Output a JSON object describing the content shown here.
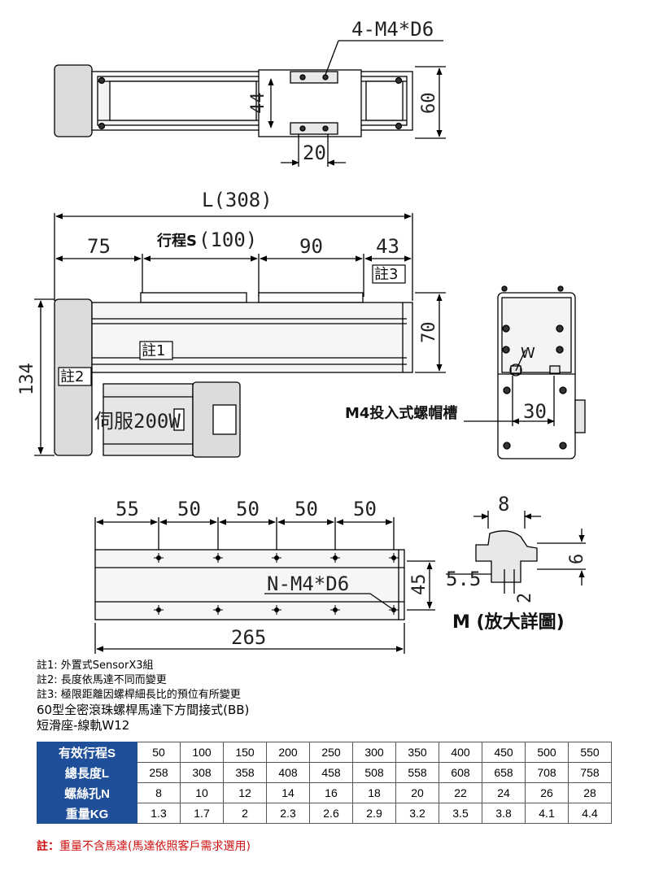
{
  "labels": {
    "top_holes": "4-M4*D6",
    "width_60": "60",
    "spacing_44": "44",
    "spacing_20": "20",
    "length_L": "L(308)",
    "stroke_prefix": "行程S",
    "stroke_value": "(100)",
    "dim_75": "75",
    "dim_90": "90",
    "dim_43": "43",
    "note3_tag": "註3",
    "note1_tag": "註1",
    "note2_tag": "註2",
    "height_70": "70",
    "height_134": "134",
    "servo": "伺服200W",
    "w_label": "W",
    "dim_30": "30",
    "slot_label": "M4投入式螺帽槽",
    "b55": "55",
    "b50a": "50",
    "b50b": "50",
    "b50c": "50",
    "b50d": "50",
    "bottom_holes": "N-M4*D6",
    "width_45": "45",
    "length_265": "265",
    "detail_8": "8",
    "detail_6": "6",
    "detail_55": "5.5",
    "detail_2": "2",
    "detail_title": "M (放大詳圖)"
  },
  "notes": {
    "n1": "註1: 外置式SensorX3組",
    "n2": "註2: 長度依馬達不同而變更",
    "n3": "註3: 極限距離因螺桿細長比的預位有所變更",
    "model": "60型全密滾珠螺桿馬達下方間接式(BB)",
    "slider": "短滑座-線軌W12"
  },
  "table": {
    "rows": [
      {
        "header": "有效行程S",
        "values": [
          "50",
          "100",
          "150",
          "200",
          "250",
          "300",
          "350",
          "400",
          "450",
          "500",
          "550"
        ]
      },
      {
        "header": "總長度L",
        "values": [
          "258",
          "308",
          "358",
          "408",
          "458",
          "508",
          "558",
          "608",
          "658",
          "708",
          "758"
        ]
      },
      {
        "header": "螺絲孔N",
        "values": [
          "8",
          "10",
          "12",
          "14",
          "16",
          "18",
          "20",
          "22",
          "24",
          "26",
          "28"
        ]
      },
      {
        "header": "重量KG",
        "values": [
          "1.3",
          "1.7",
          "2",
          "2.3",
          "2.6",
          "2.9",
          "3.2",
          "3.5",
          "3.8",
          "4.1",
          "4.4"
        ]
      }
    ]
  },
  "footer": {
    "prefix": "註：",
    "text": "重量不含馬達(馬達依照客戶需求選用)"
  },
  "colors": {
    "header_bg": "#1f4f99",
    "note_red": "#d01010",
    "motor_gray": "#dcdcdc"
  }
}
